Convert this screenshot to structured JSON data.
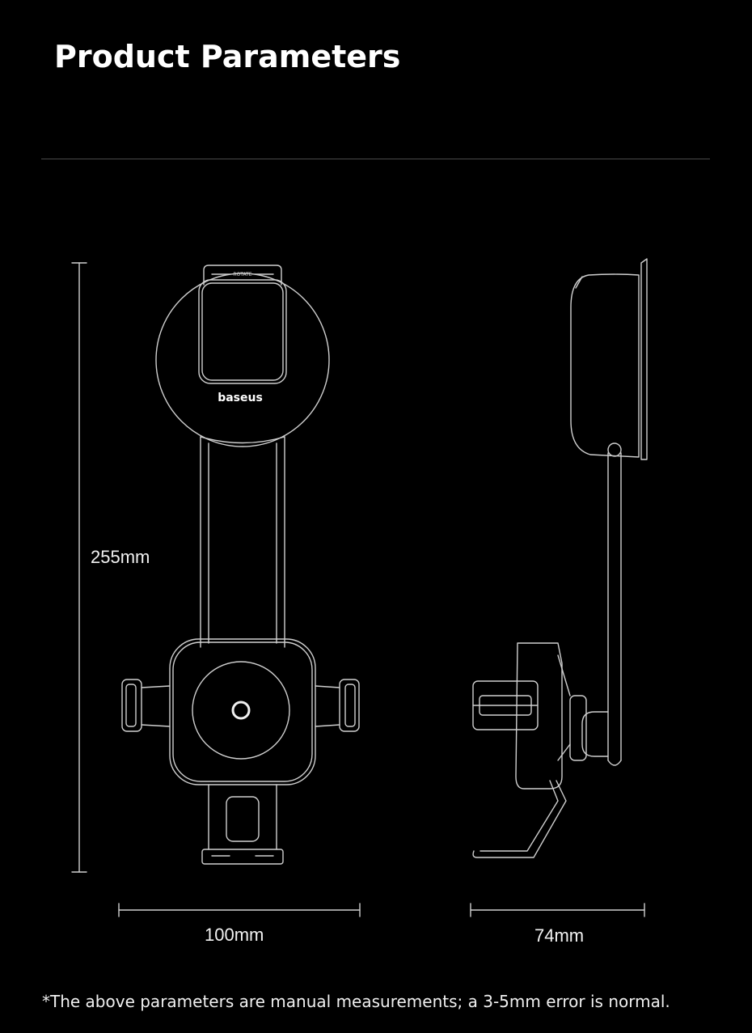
{
  "header": {
    "title": "Product Parameters"
  },
  "dimensions": {
    "height_label": "255mm",
    "width_front_label": "100mm",
    "width_side_label": "74mm"
  },
  "product": {
    "brand_logo": "baseus",
    "rotate_label": "ROTATE"
  },
  "footnote": "*The above parameters are manual measurements; a 3-5mm error is normal.",
  "colors": {
    "background": "#000000",
    "line": "#cfcfcf",
    "text": "#ffffff"
  }
}
